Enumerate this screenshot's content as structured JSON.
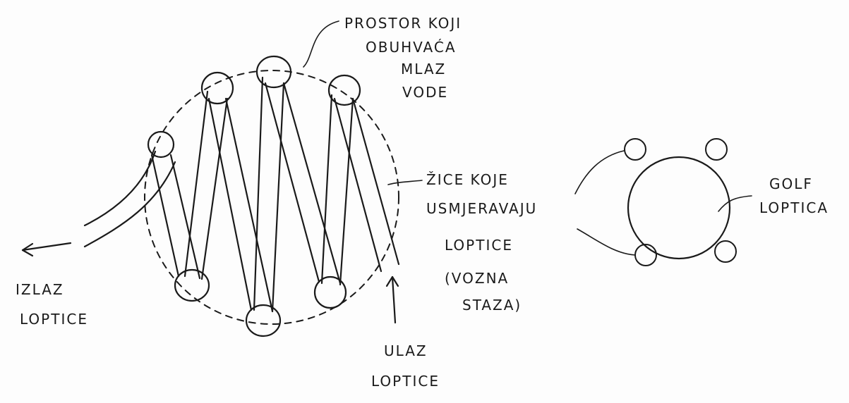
{
  "labels": {
    "space_line1": "PROSTOR KOJI",
    "space_line2": "OBUHVAĆA",
    "space_line3": "MLAZ",
    "space_line4": "VODE",
    "wires_line1": "ŽICE KOJE",
    "wires_line2": "USMJERAVAJU",
    "wires_line3": "LOPTICE",
    "wires_line4": "(VOZNA",
    "wires_line5": "STAZA)",
    "exit_line1": "IZLAZ",
    "exit_line2": "LOPTICE",
    "entry_line1": "ULAZ",
    "entry_line2": "LOPTICE",
    "golf_line1": "GOLF",
    "golf_line2": "LOPTICA"
  },
  "colors": {
    "ink": "#1a1a1a",
    "paper": "#fdfdfd",
    "hatch": "#555555"
  }
}
